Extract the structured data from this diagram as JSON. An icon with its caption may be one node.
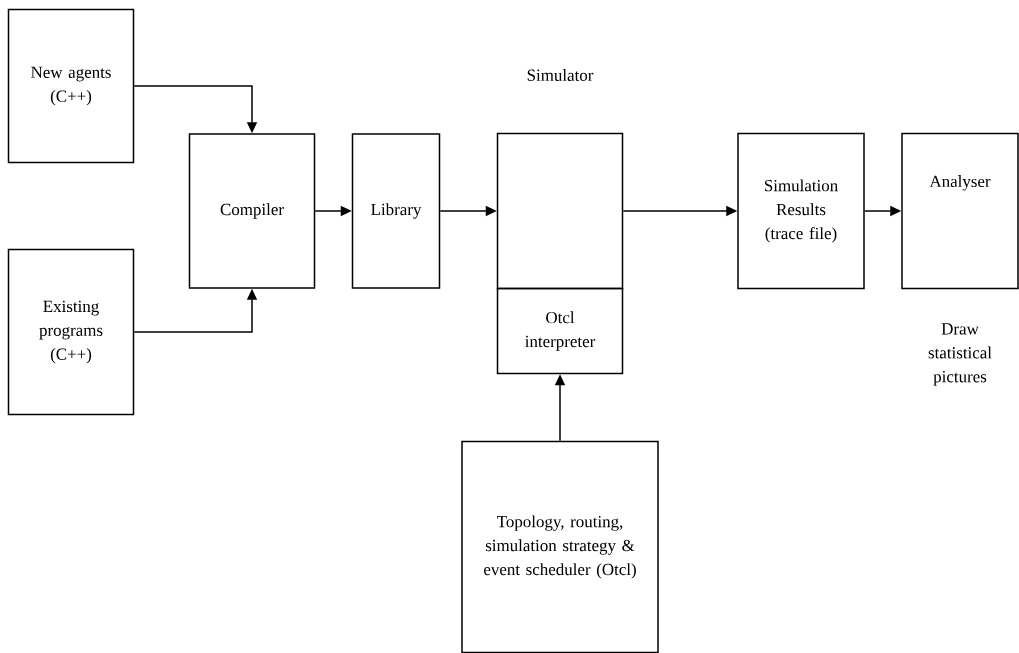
{
  "diagram": {
    "nodes": [
      {
        "text": [
          "New agents (C++)"
        ]
      },
      {
        "text": [
          "Existing programs (C++)"
        ]
      },
      {
        "text": [
          "Compiler"
        ]
      },
      {
        "text": [
          "Library"
        ]
      },
      {
        "text": [],
        "shape": "box"
      },
      {
        "text": [
          "Otcl interpreter"
        ]
      },
      {
        "text": [
          "Simulation Results (trace file)"
        ]
      },
      {
        "text": [
          "Analyser"
        ],
        "beside": [
          "Draw statistical pictures"
        ]
      },
      {
        "text": [
          "Topology, routing, simulation strategy & event scheduler (Otcl)"
        ]
      }
    ],
    "edges": [
      {
        "from": 0,
        "to": 2,
        "arrow": "to"
      },
      {
        "from": 1,
        "to": 2,
        "arrow": "to"
      },
      {
        "from": 2,
        "to": 3,
        "arrow": "to"
      },
      {
        "from": 3,
        "to": 4,
        "arrow": "to"
      },
      {
        "from": 4,
        "to": 6,
        "arrow": "to"
      },
      {
        "from": 6,
        "to": 7,
        "arrow": "to"
      },
      {
        "from": 8,
        "to": 5,
        "arrow": "to"
      }
    ],
    "labels": [
      "Simulator"
    ]
  }
}
